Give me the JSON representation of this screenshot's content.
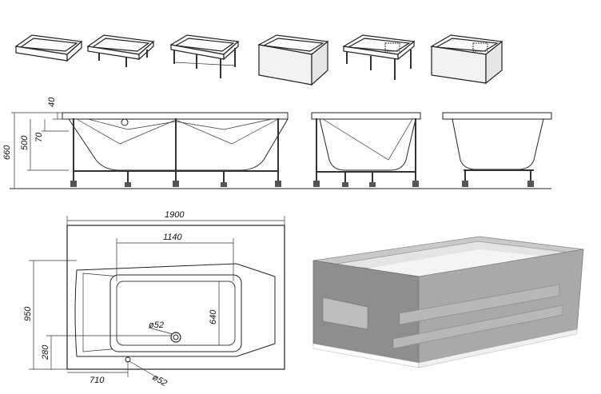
{
  "thumbnails": [
    {
      "name": "bathtub-only"
    },
    {
      "name": "bathtub-with-frame"
    },
    {
      "name": "bathtub-with-frame-and-legs"
    },
    {
      "name": "bathtub-with-panel"
    },
    {
      "name": "bathtub-hydromassage-frame"
    },
    {
      "name": "bathtub-hydromassage-panel"
    }
  ],
  "side_view": {
    "dims": {
      "d40": "40",
      "d70": "70",
      "d500": "500",
      "d660": "660"
    }
  },
  "plan_view": {
    "dims": {
      "length": "1900",
      "inner_length": "1140",
      "width": "950",
      "inner_width": "640",
      "drain_diam": "ø52",
      "overflow_diam": "ø52",
      "drain_offset_y": "280",
      "drain_offset_x": "710"
    }
  },
  "render": {
    "name": "bathtub-3d-render-with-panel"
  },
  "colors": {
    "line": "#222222",
    "panel_front": "#a9a9ab",
    "panel_side": "#8c8c8f",
    "rim": "#c9c9cb"
  }
}
